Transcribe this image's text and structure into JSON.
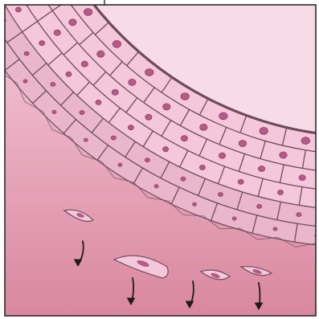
{
  "figure": {
    "palette": {
      "lumen": "#f7dbe6",
      "cell_fill": "#f4c8da",
      "cell_fill_deep": "#eab6cb",
      "cell_outline": "#6e4a5a",
      "nucleus": "#b65a86",
      "nucleus_rim": "#8e3c64",
      "basement_top": "#f6c9da",
      "basement_bottom": "#d9879f",
      "frame": "#2b2b2b",
      "arrow": "#1d1d1d"
    },
    "epithelium_rows": 6,
    "cells_per_row": [
      14,
      15,
      16,
      17,
      18,
      18
    ],
    "migrating_cells": 4,
    "outward_arrows": 4
  }
}
